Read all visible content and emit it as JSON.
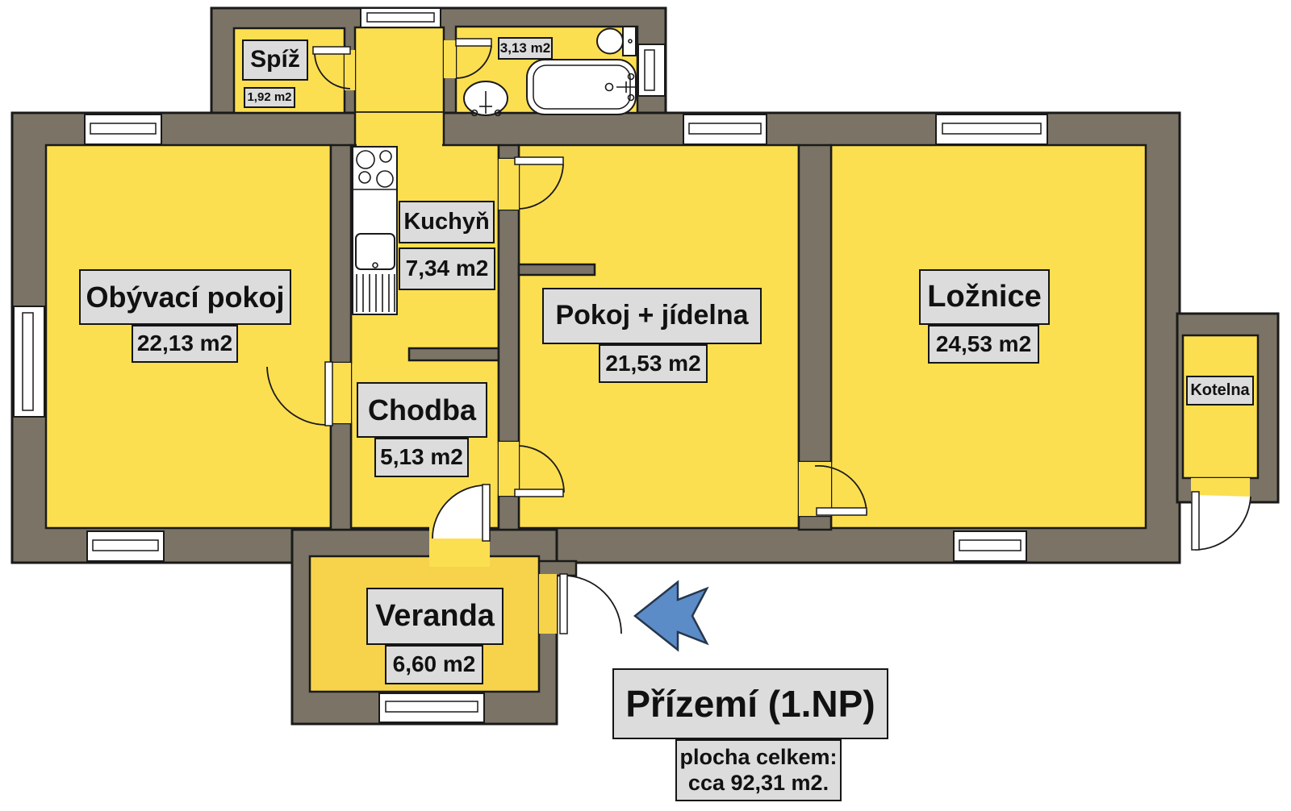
{
  "plan": {
    "title": "Přízemí (1.NP)",
    "subtitle_line1": "plocha celkem:",
    "subtitle_line2": "cca 92,31 m2.",
    "rooms": {
      "obyvaci": {
        "name": "Obývací pokoj",
        "area": "22,13 m2"
      },
      "kuchyn": {
        "name": "Kuchyň",
        "area": "7,34 m2"
      },
      "chodba": {
        "name": "Chodba",
        "area": "5,13 m2"
      },
      "pokoj": {
        "name": "Pokoj + jídelna",
        "area": "21,53 m2"
      },
      "loznice": {
        "name": "Ložnice",
        "area": "24,53 m2"
      },
      "spiz": {
        "name": "Spíž",
        "area": "1,92 m2"
      },
      "koupelna": {
        "area": "3,13 m2"
      },
      "kotelna": {
        "name": "Kotelna"
      },
      "veranda": {
        "name": "Veranda",
        "area": "6,60 m2"
      }
    },
    "icons": {
      "entrance_arrow": "arrow-left-icon"
    },
    "colors": {
      "wall": "#7b7466",
      "outline": "#1a1a1a",
      "room": "#fcdf50",
      "veranda": "#f6d34a",
      "label_bg": "#dcdcdc",
      "arrow": "#5b8cc7",
      "arrow_border": "#26374d"
    }
  }
}
